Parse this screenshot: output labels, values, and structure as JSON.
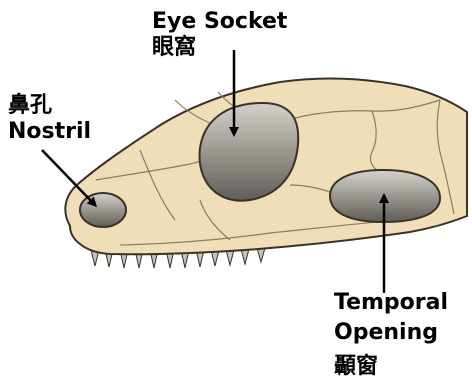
{
  "labels": {
    "eye_socket": {
      "en": "Eye Socket",
      "zh": "眼窩"
    },
    "nostril": {
      "en": "Nostril",
      "zh": "鼻孔"
    },
    "temporal_opening": {
      "en_line1": "Temporal",
      "en_line2": "Opening",
      "zh": "顳窗"
    }
  },
  "colors": {
    "skull_fill": "#f0deb9",
    "skull_outline": "#3a3128",
    "suture": "#8c7a63",
    "opening_light": "#d5d2cb",
    "opening_dark": "#5f5d57",
    "arrow": "#000000",
    "text": "#000000"
  }
}
